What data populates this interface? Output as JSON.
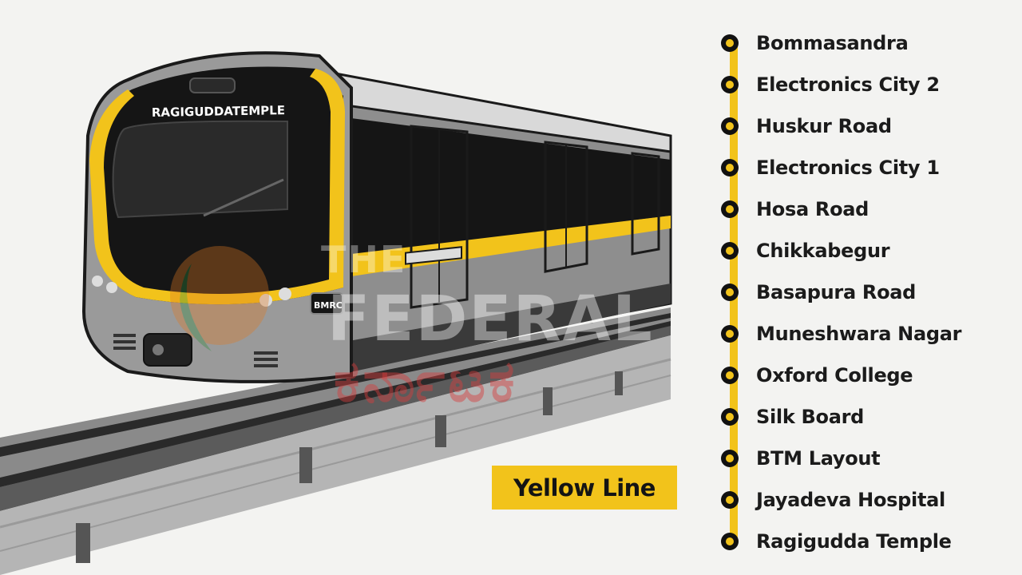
{
  "train": {
    "destination_sign": "RAGIGUDDATEMPLE",
    "operator_badge": "BMRC"
  },
  "line_badge": {
    "label": "Yellow Line"
  },
  "watermark": {
    "the": "THE",
    "federal": "FEDERAL",
    "regional": "ಕರ್ನಾಟಕ"
  },
  "stations": [
    {
      "name": "Bommasandra"
    },
    {
      "name": "Electronics City 2"
    },
    {
      "name": "Huskur Road"
    },
    {
      "name": "Electronics City 1"
    },
    {
      "name": "Hosa Road"
    },
    {
      "name": "Chikkabegur"
    },
    {
      "name": "Basapura Road"
    },
    {
      "name": "Muneshwara Nagar"
    },
    {
      "name": "Oxford College"
    },
    {
      "name": "Silk Board"
    },
    {
      "name": "BTM Layout"
    },
    {
      "name": "Jayadeva Hospital"
    },
    {
      "name": "Ragigudda Temple"
    }
  ],
  "colors": {
    "line": "#f2c31b",
    "train_body": "#8e8e8e",
    "train_dark": "#141414",
    "background": "#f3f3f1"
  }
}
